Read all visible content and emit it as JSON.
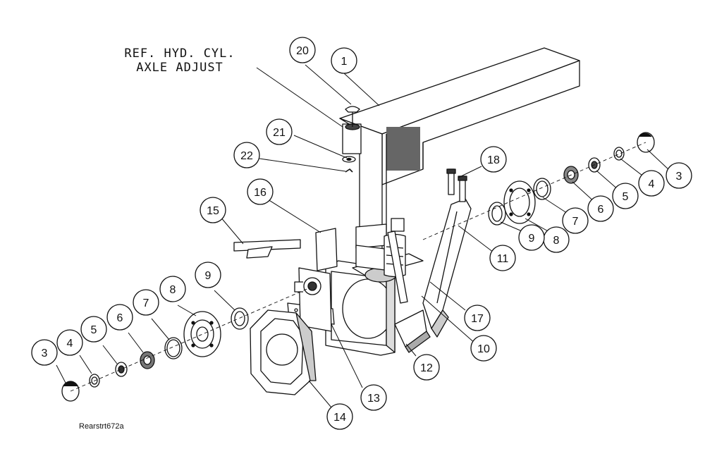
{
  "note": {
    "line1": "REF. HYD. CYL.",
    "line2": "AXLE ADJUST"
  },
  "drawing_id": "Rearstrt672a",
  "callouts": [
    "20",
    "1",
    "21",
    "22",
    "18",
    "16",
    "15",
    "3",
    "4",
    "5",
    "6",
    "7",
    "8",
    "9",
    "11",
    "17",
    "10",
    "12",
    "13",
    "14",
    "3",
    "4",
    "5",
    "6",
    "7",
    "8",
    "9"
  ]
}
